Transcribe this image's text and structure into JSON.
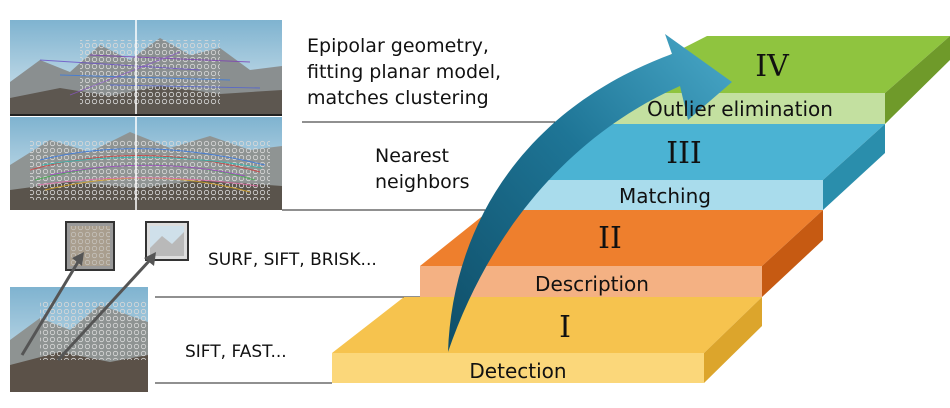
{
  "stages": [
    {
      "numeral": "I",
      "label": "Detection",
      "method": "SIFT, FAST...",
      "colors": {
        "top": "#f6c34e",
        "front": "#fbd77a",
        "side": "#dca52c"
      }
    },
    {
      "numeral": "II",
      "label": "Description",
      "method": "SURF, SIFT, BRISK...",
      "colors": {
        "top": "#ee7f2d",
        "front": "#f4b183",
        "side": "#c65a12"
      }
    },
    {
      "numeral": "III",
      "label": "Matching",
      "method": "Nearest\nneighbors",
      "colors": {
        "top": "#4bb3d3",
        "front": "#a9dcec",
        "side": "#2a8eac"
      }
    },
    {
      "numeral": "IV",
      "label": "Outlier elimination",
      "method": "Epipolar geometry,\nfitting planar model,\nmatches clustering",
      "colors": {
        "top": "#8fc43f",
        "front": "#c3e0a0",
        "side": "#6f9a2a"
      }
    }
  ],
  "arrow_colors": {
    "light": "#4aa9c9",
    "dark": "#0f4e68"
  },
  "images": {
    "thumb_icon": "image-thumbnail-icon",
    "photo_icon": "mountain-photo-icon"
  }
}
